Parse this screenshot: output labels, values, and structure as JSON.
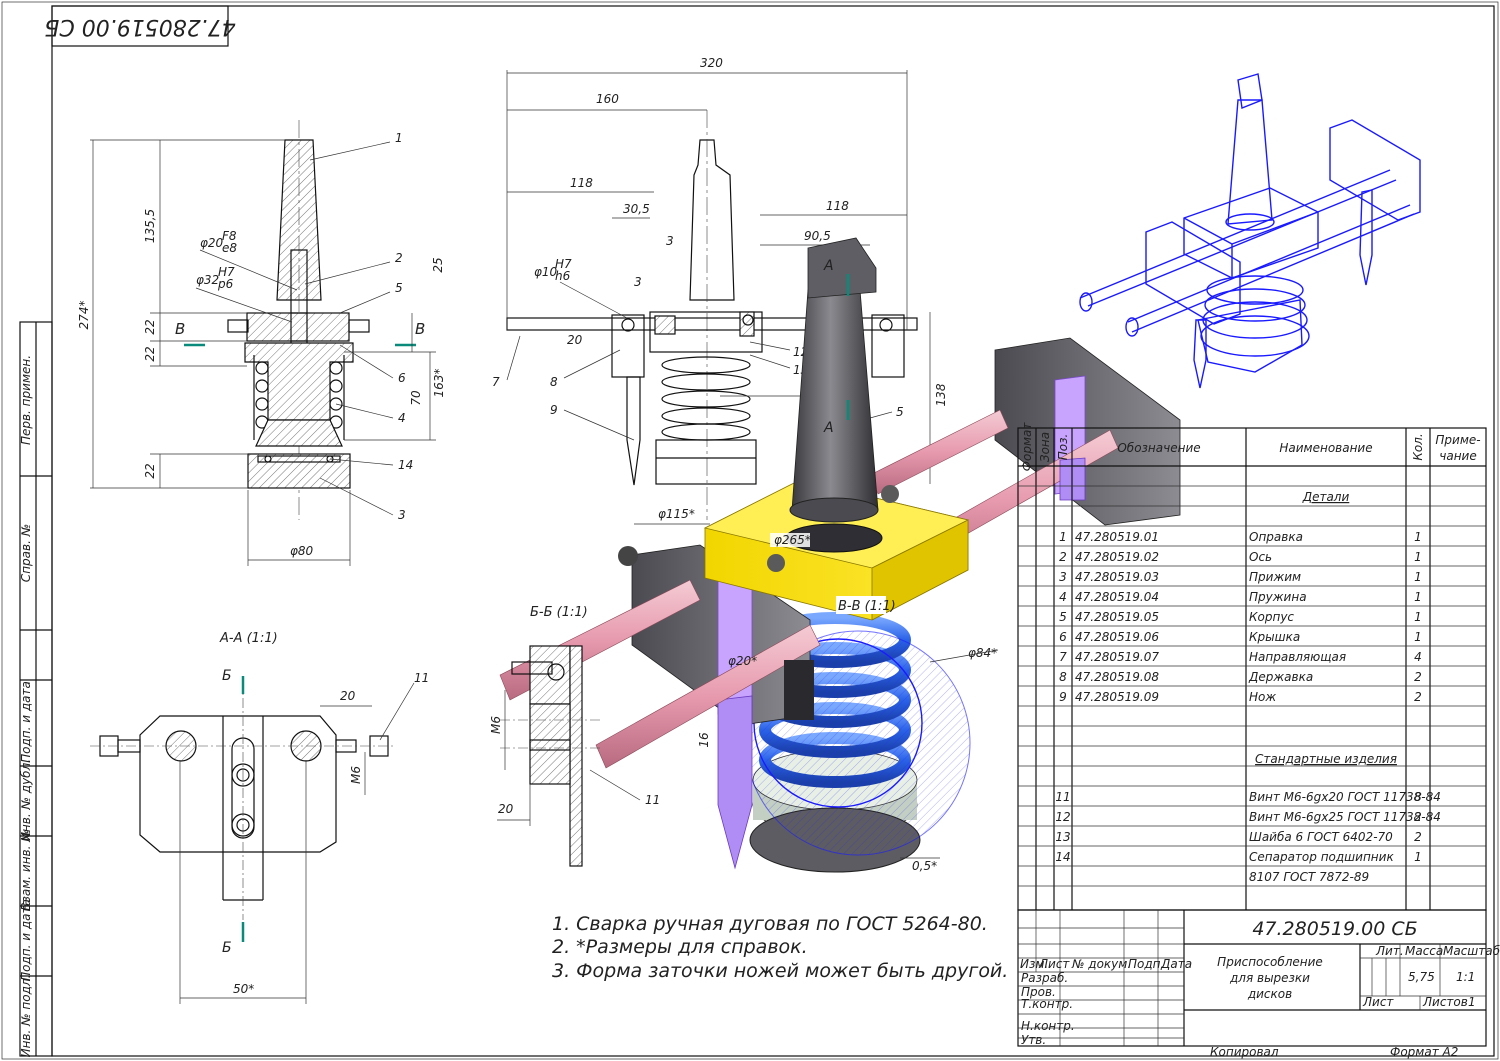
{
  "doc_code": "47.280519.00 СБ",
  "title_block": {
    "designation": "47.280519.00 СБ",
    "name_line1": "Приспособление",
    "name_line2": "для вырезки",
    "name_line3": "дисков",
    "lit_label": "Лит.",
    "mass_label": "Масса",
    "scale_label": "Масштаб",
    "mass_value": "5,75",
    "scale_value": "1:1",
    "sheet_label": "Лист",
    "sheets_label": "Листов",
    "sheets_value": "1",
    "copied": "Копировал",
    "format": "Формат A2",
    "rows": [
      "Изм.",
      "Лист",
      "№ докум.",
      "Подп.",
      "Дата"
    ],
    "roles": [
      "Разраб.",
      "Пров.",
      "Т.контр.",
      "Н.контр.",
      "Утв."
    ]
  },
  "side_stamps": [
    "Перв. примен.",
    "Справ. №",
    "Подп. и дата",
    "Инв. № дубл.",
    "Взам. инв. №",
    "Подп. и дата",
    "Инв. № подл."
  ],
  "spec_table": {
    "headers": [
      "Формат",
      "Зона",
      "Поз.",
      "Обозначение",
      "Наименование",
      "Кол.",
      "Приме-",
      "чание"
    ],
    "section_details": "Детали",
    "section_standard": "Стандартные изделия",
    "details": [
      {
        "pos": "1",
        "code": "47.280519.01",
        "name": "Оправка",
        "qty": "1"
      },
      {
        "pos": "2",
        "code": "47.280519.02",
        "name": "Ось",
        "qty": "1"
      },
      {
        "pos": "3",
        "code": "47.280519.03",
        "name": "Прижим",
        "qty": "1"
      },
      {
        "pos": "4",
        "code": "47.280519.04",
        "name": "Пружина",
        "qty": "1"
      },
      {
        "pos": "5",
        "code": "47.280519.05",
        "name": "Корпус",
        "qty": "1"
      },
      {
        "pos": "6",
        "code": "47.280519.06",
        "name": "Крышка",
        "qty": "1"
      },
      {
        "pos": "7",
        "code": "47.280519.07",
        "name": "Направляющая",
        "qty": "4"
      },
      {
        "pos": "8",
        "code": "47.280519.08",
        "name": "Державка",
        "qty": "2"
      },
      {
        "pos": "9",
        "code": "47.280519.09",
        "name": "Нож",
        "qty": "2"
      }
    ],
    "standard": [
      {
        "pos": "11",
        "name": "Винт М6-6gх20 ГОСТ 11738-84",
        "qty": "8"
      },
      {
        "pos": "12",
        "name": "Винт М6-6gх25 ГОСТ 11738-84",
        "qty": "2"
      },
      {
        "pos": "13",
        "name": "Шайба 6 ГОСТ 6402-70",
        "qty": "2"
      },
      {
        "pos": "14",
        "name": "Сепаратор подшипник",
        "qty": "1"
      }
    ],
    "standard_extra": "8107 ГОСТ 7872-89"
  },
  "notes": [
    "1. Сварка ручная дуговая по ГОСТ 5264-80.",
    "2.  *Размеры для справок.",
    "3. Форма заточки ножей может быть другой."
  ],
  "views": {
    "section_aa": "А-А (1:1)",
    "section_bb": "Б-Б (1:1)",
    "section_vv": "В-В (1:1)"
  },
  "dimensions": {
    "d320": "320",
    "d160": "160",
    "d118a": "118",
    "d118b": "118",
    "d30_5": "30,5",
    "d90_5": "90,5",
    "d135_5": "135,5",
    "d274": "274*",
    "d25": "25",
    "d22a": "22",
    "d22b": "22",
    "d22c": "22",
    "d163": "163*",
    "d70": "70",
    "d80": "φ80",
    "d20fit": "φ20",
    "d20fit_up": "F8",
    "d20fit_dn": "e8",
    "d32fit": "φ32",
    "d32fit_up": "H7",
    "d32fit_dn": "p6",
    "d10fit": "φ10",
    "d10fit_up": "H7",
    "d10fit_dn": "h6",
    "d20": "20",
    "d138": "138",
    "d115": "φ115*",
    "d265": "φ265*",
    "d20star": "φ20*",
    "d84": "φ84*",
    "d16": "16",
    "d0_5": "0,5*",
    "d50": "50*",
    "d20aa": "20",
    "m6a": "M6",
    "m6b": "M6",
    "m6c": "M6",
    "d20bb": "20",
    "rough3a": "3",
    "rough3b": "3",
    "rough3c": "3"
  },
  "positions": [
    "1",
    "2",
    "5",
    "6",
    "4",
    "14",
    "3",
    "7",
    "8",
    "9",
    "12",
    "13",
    "5",
    "11",
    "11"
  ],
  "section_marks": {
    "v": "В",
    "a": "А",
    "b": "Б"
  }
}
